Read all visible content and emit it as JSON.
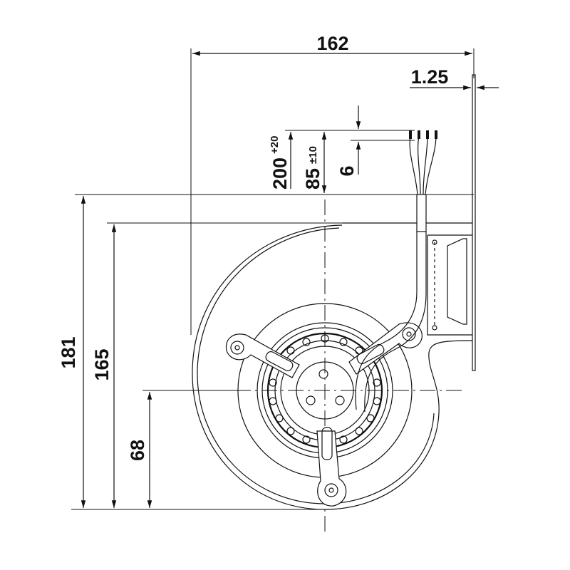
{
  "dimensions": {
    "overall_width": "162",
    "flange_thickness": "1.25",
    "overall_height": "181",
    "housing_height": "165",
    "axis_height": "68",
    "cable_length": "200",
    "cable_length_tol": "+20",
    "cable_strip": "85",
    "cable_strip_tol": "±10",
    "wire_strip": "6"
  },
  "colors": {
    "line": "#111111",
    "background": "#ffffff"
  }
}
